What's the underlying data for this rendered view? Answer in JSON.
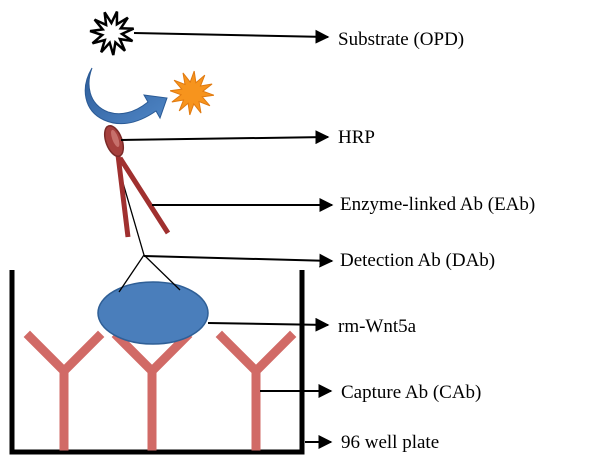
{
  "diagram": {
    "title": "",
    "labels": {
      "substrate": "Substrate (OPD)",
      "hrp": "HRP",
      "enzyme_linked_ab": "Enzyme-linked Ab (EAb)",
      "detection_ab": "Detection Ab (DAb)",
      "antigen": "rm-Wnt5a",
      "capture_ab": "Capture Ab (CAb)",
      "plate": "96 well plate"
    },
    "colors": {
      "antibody": "#d16a66",
      "hrp": "#a6403d",
      "enzyme_ab": "#a0302f",
      "antigen_fill": "#4a7ebb",
      "antigen_stroke": "#2f5f96",
      "reaction_arrow": "#3b6eae",
      "product_star": "#f7941d",
      "arrow": "#000000"
    },
    "icons": {
      "substrate": "white-starburst-icon",
      "product": "orange-starburst-icon",
      "reaction": "curved-arrow-icon"
    }
  }
}
